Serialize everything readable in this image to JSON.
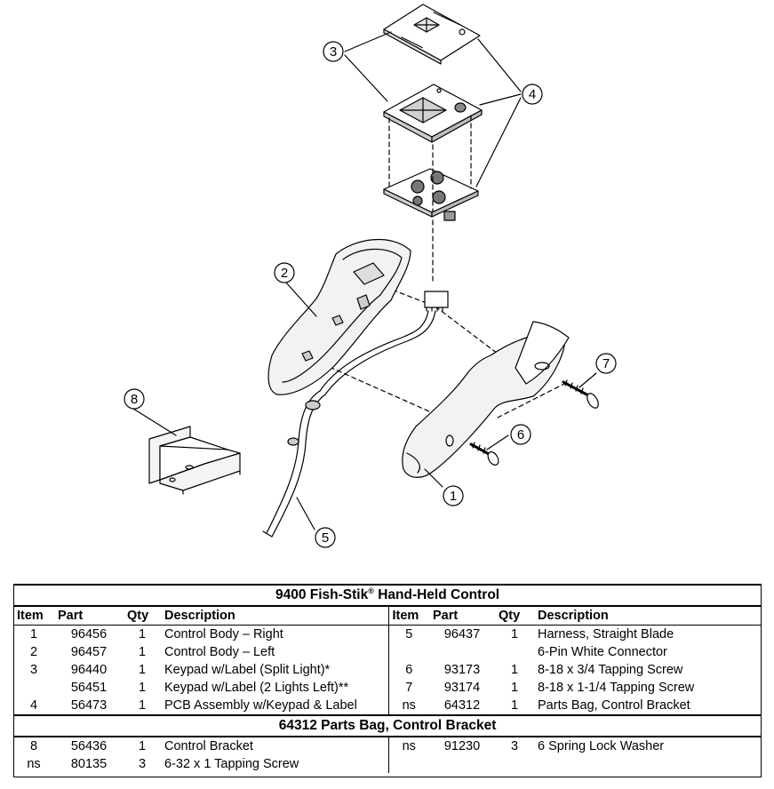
{
  "table": {
    "title_main": "9400  Fish-Stik",
    "title_reg": "®",
    "title_rest": " Hand-Held Control",
    "headers": {
      "item": "Item",
      "part": "Part",
      "qty": "Qty",
      "description": "Description"
    },
    "left_rows": [
      {
        "item": "1",
        "part": "96456",
        "qty": "1",
        "description": "Control Body – Right"
      },
      {
        "item": "2",
        "part": "96457",
        "qty": "1",
        "description": "Control Body – Left"
      },
      {
        "item": "3",
        "part": "96440",
        "qty": "1",
        "description": "Keypad w/Label (Split Light)*"
      },
      {
        "item": "",
        "part": "56451",
        "qty": "1",
        "description": "Keypad w/Label (2 Lights Left)**"
      },
      {
        "item": "4",
        "part": "56473",
        "qty": "1",
        "description": "PCB Assembly w/Keypad & Label"
      }
    ],
    "right_rows": [
      {
        "item": "5",
        "part": "96437",
        "qty": "1",
        "description": "Harness, Straight Blade"
      },
      {
        "item": "",
        "part": "",
        "qty": "",
        "description": "6-Pin White Connector"
      },
      {
        "item": "6",
        "part": "93173",
        "qty": "1",
        "description": "8-18 x 3/4 Tapping Screw"
      },
      {
        "item": "7",
        "part": "93174",
        "qty": "1",
        "description": "8-18 x 1-1/4 Tapping Screw"
      },
      {
        "item": "ns",
        "part": "64312",
        "qty": "1",
        "description": "Parts Bag, Control Bracket"
      }
    ],
    "subtitle": "64312  Parts Bag, Control Bracket",
    "sub_left_rows": [
      {
        "item": "8",
        "part": "56436",
        "qty": "1",
        "description": "Control Bracket"
      },
      {
        "item": "ns",
        "part": "80135",
        "qty": "3",
        "description": "6-32 x 1 Tapping Screw"
      }
    ],
    "sub_right_rows": [
      {
        "item": "ns",
        "part": "91230",
        "qty": "3",
        "description": "6 Spring Lock Washer"
      },
      {
        "item": "",
        "part": "",
        "qty": "",
        "description": ""
      }
    ]
  },
  "diagram": {
    "callouts": [
      "1",
      "2",
      "3",
      "4",
      "5",
      "6",
      "7",
      "8"
    ]
  }
}
